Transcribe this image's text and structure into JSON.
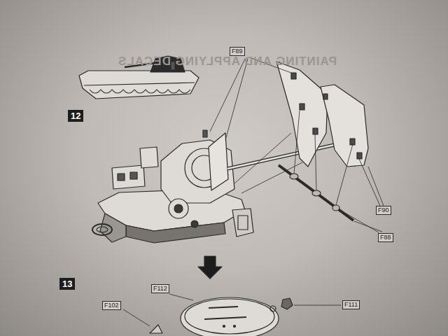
{
  "diagram": {
    "nodes": [
      {
        "text": [
          "F89"
        ]
      },
      {
        "text": [
          "12"
        ]
      },
      {
        "text": [
          "F90"
        ]
      },
      {
        "text": [
          "F88"
        ]
      },
      {
        "text": [
          "13"
        ]
      },
      {
        "text": [
          "F112"
        ]
      },
      {
        "text": [
          "F102"
        ]
      },
      {
        "text": [
          "F111"
        ]
      }
    ],
    "labels": [
      "PAINTING AND APPLYING DECALS"
    ]
  }
}
